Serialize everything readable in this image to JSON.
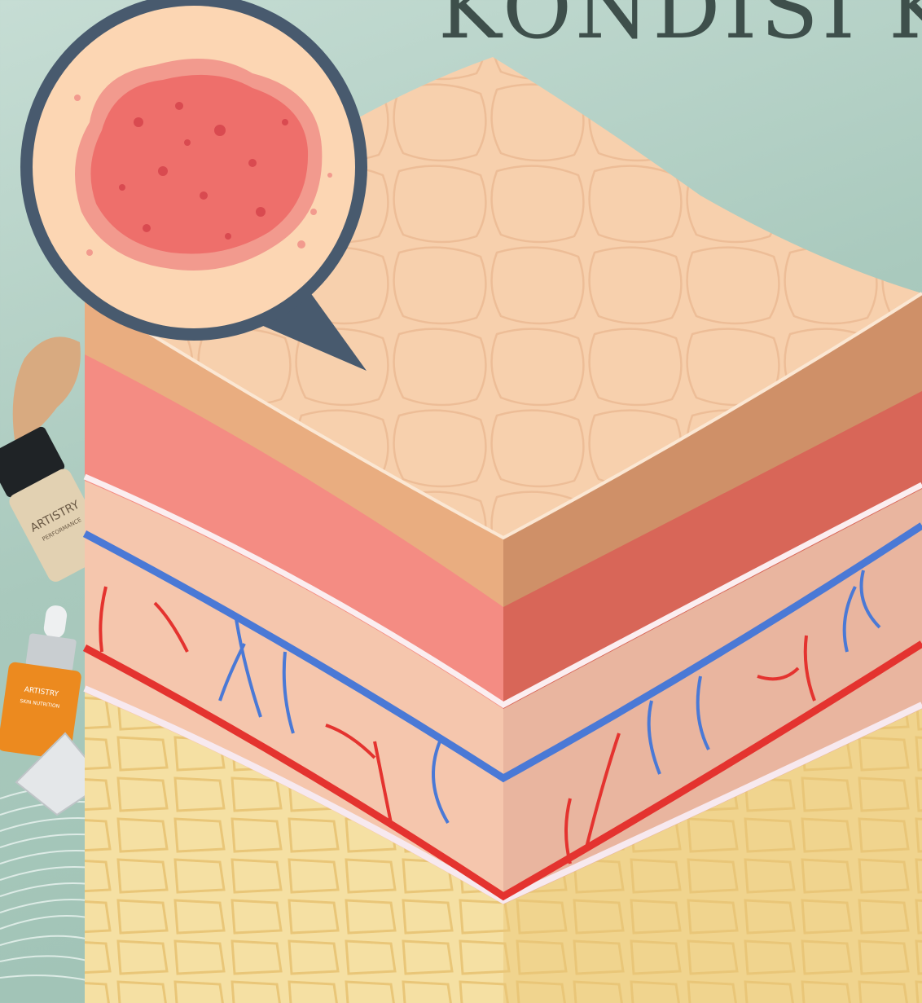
{
  "title": "KONDISI K",
  "products": {
    "bottle_brand": "ARTISTRY",
    "bottle_subtitle": "PERFORMANCE",
    "serum_brand": "ARTISTRY",
    "serum_subtitle": "SKIN NUTRITION"
  },
  "colors": {
    "background": "#a9c9bd",
    "title": "#3e4f4b",
    "skin_top": "#f7d0ad",
    "epidermis_front": "#e9ad80",
    "dermis_upper": "#f3877f",
    "dermis_lower": "#f5c6ad",
    "fat_layer": "#f5e0a3",
    "vein": "#4a79d6",
    "artery": "#e4332f",
    "rash": "#ee6f6b",
    "bubble_ring": "#485a6e"
  },
  "icons": [
    "skin-cross-section-illustration",
    "rash-magnifier-bubble",
    "foundation-swatch",
    "foundation-bottle",
    "serum-dropper-bottle",
    "cream-tube",
    "wavy-line-pattern"
  ]
}
